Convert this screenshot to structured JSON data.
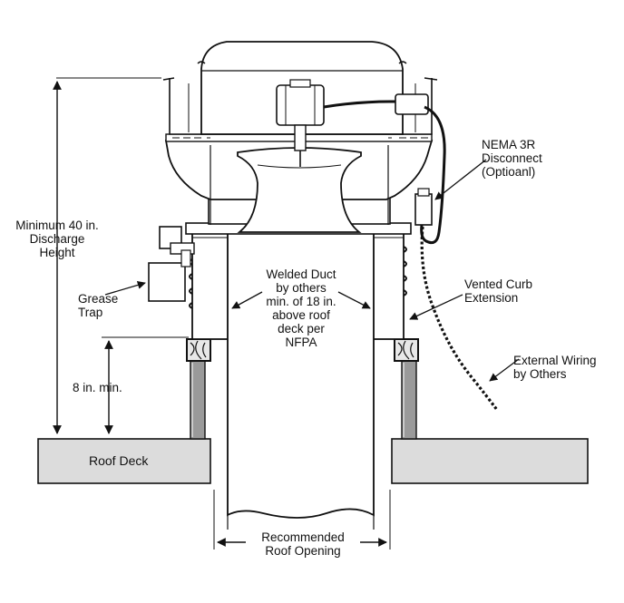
{
  "labels": {
    "nema": "NEMA 3R\nDisconnect\n(Optioanl)",
    "min_height": "Minimum 40 in.\nDischarge\nHeight",
    "welded_duct": "Welded Duct\nby others\nmin. of 18 in.\nabove roof\ndeck per\nNFPA",
    "vented_curb": "Vented Curb\nExtension",
    "grease_trap": "Grease\nTrap",
    "external_wiring": "External Wiring\nby Others",
    "eight_in": "8 in. min.",
    "roof_deck": "Roof Deck",
    "roof_opening": "Recommended\nRoof Opening"
  },
  "colors": {
    "line": "#111111",
    "deck_fill": "#dcdcdc",
    "curb_fill": "#9a9a9a",
    "wood_fill": "#e8e8e8"
  }
}
